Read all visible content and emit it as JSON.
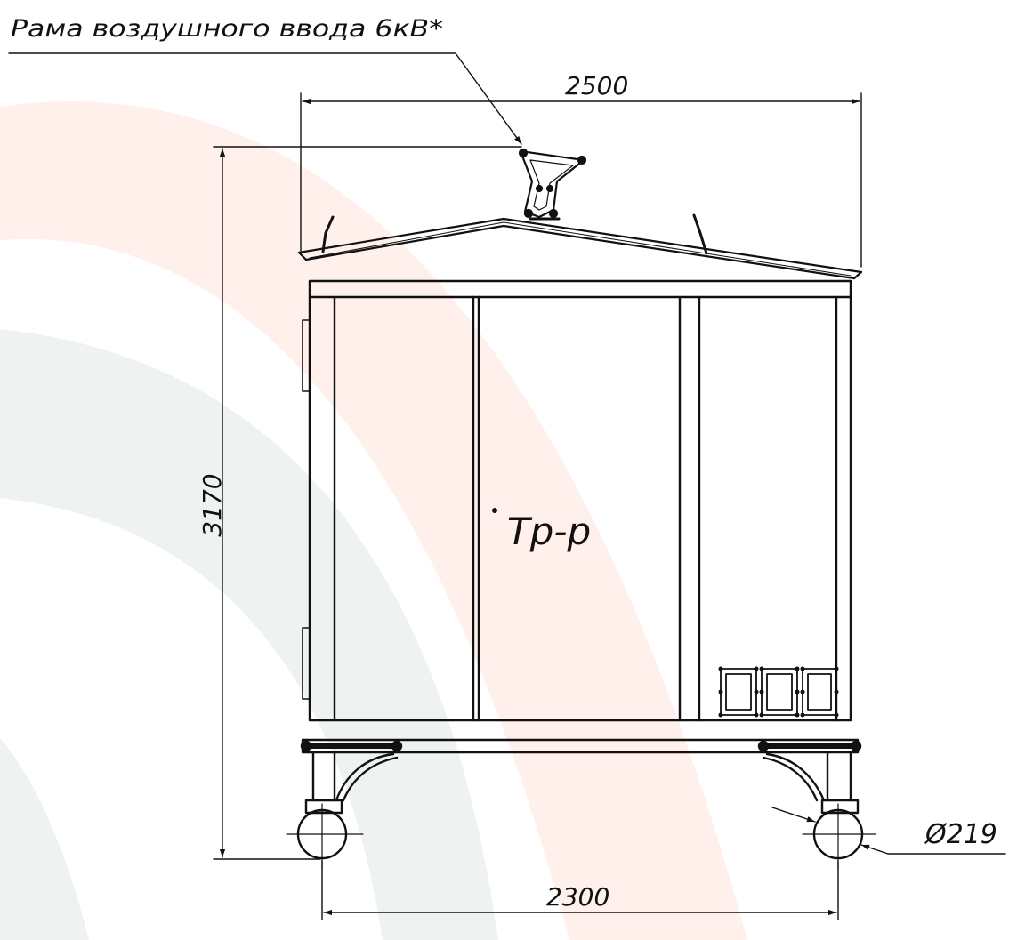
{
  "labels": {
    "title_callout": "Рама воздушного ввода 6кВ*",
    "width_top": "2500",
    "height": "3170",
    "width_bottom": "2300",
    "wheel_diameter": "Ø219",
    "compartment": "Тр-р"
  },
  "colors": {
    "line": "#111111",
    "background_arc_red": "#fff0ec",
    "background_arc_green": "#eef3f1",
    "background": "#ffffff"
  }
}
